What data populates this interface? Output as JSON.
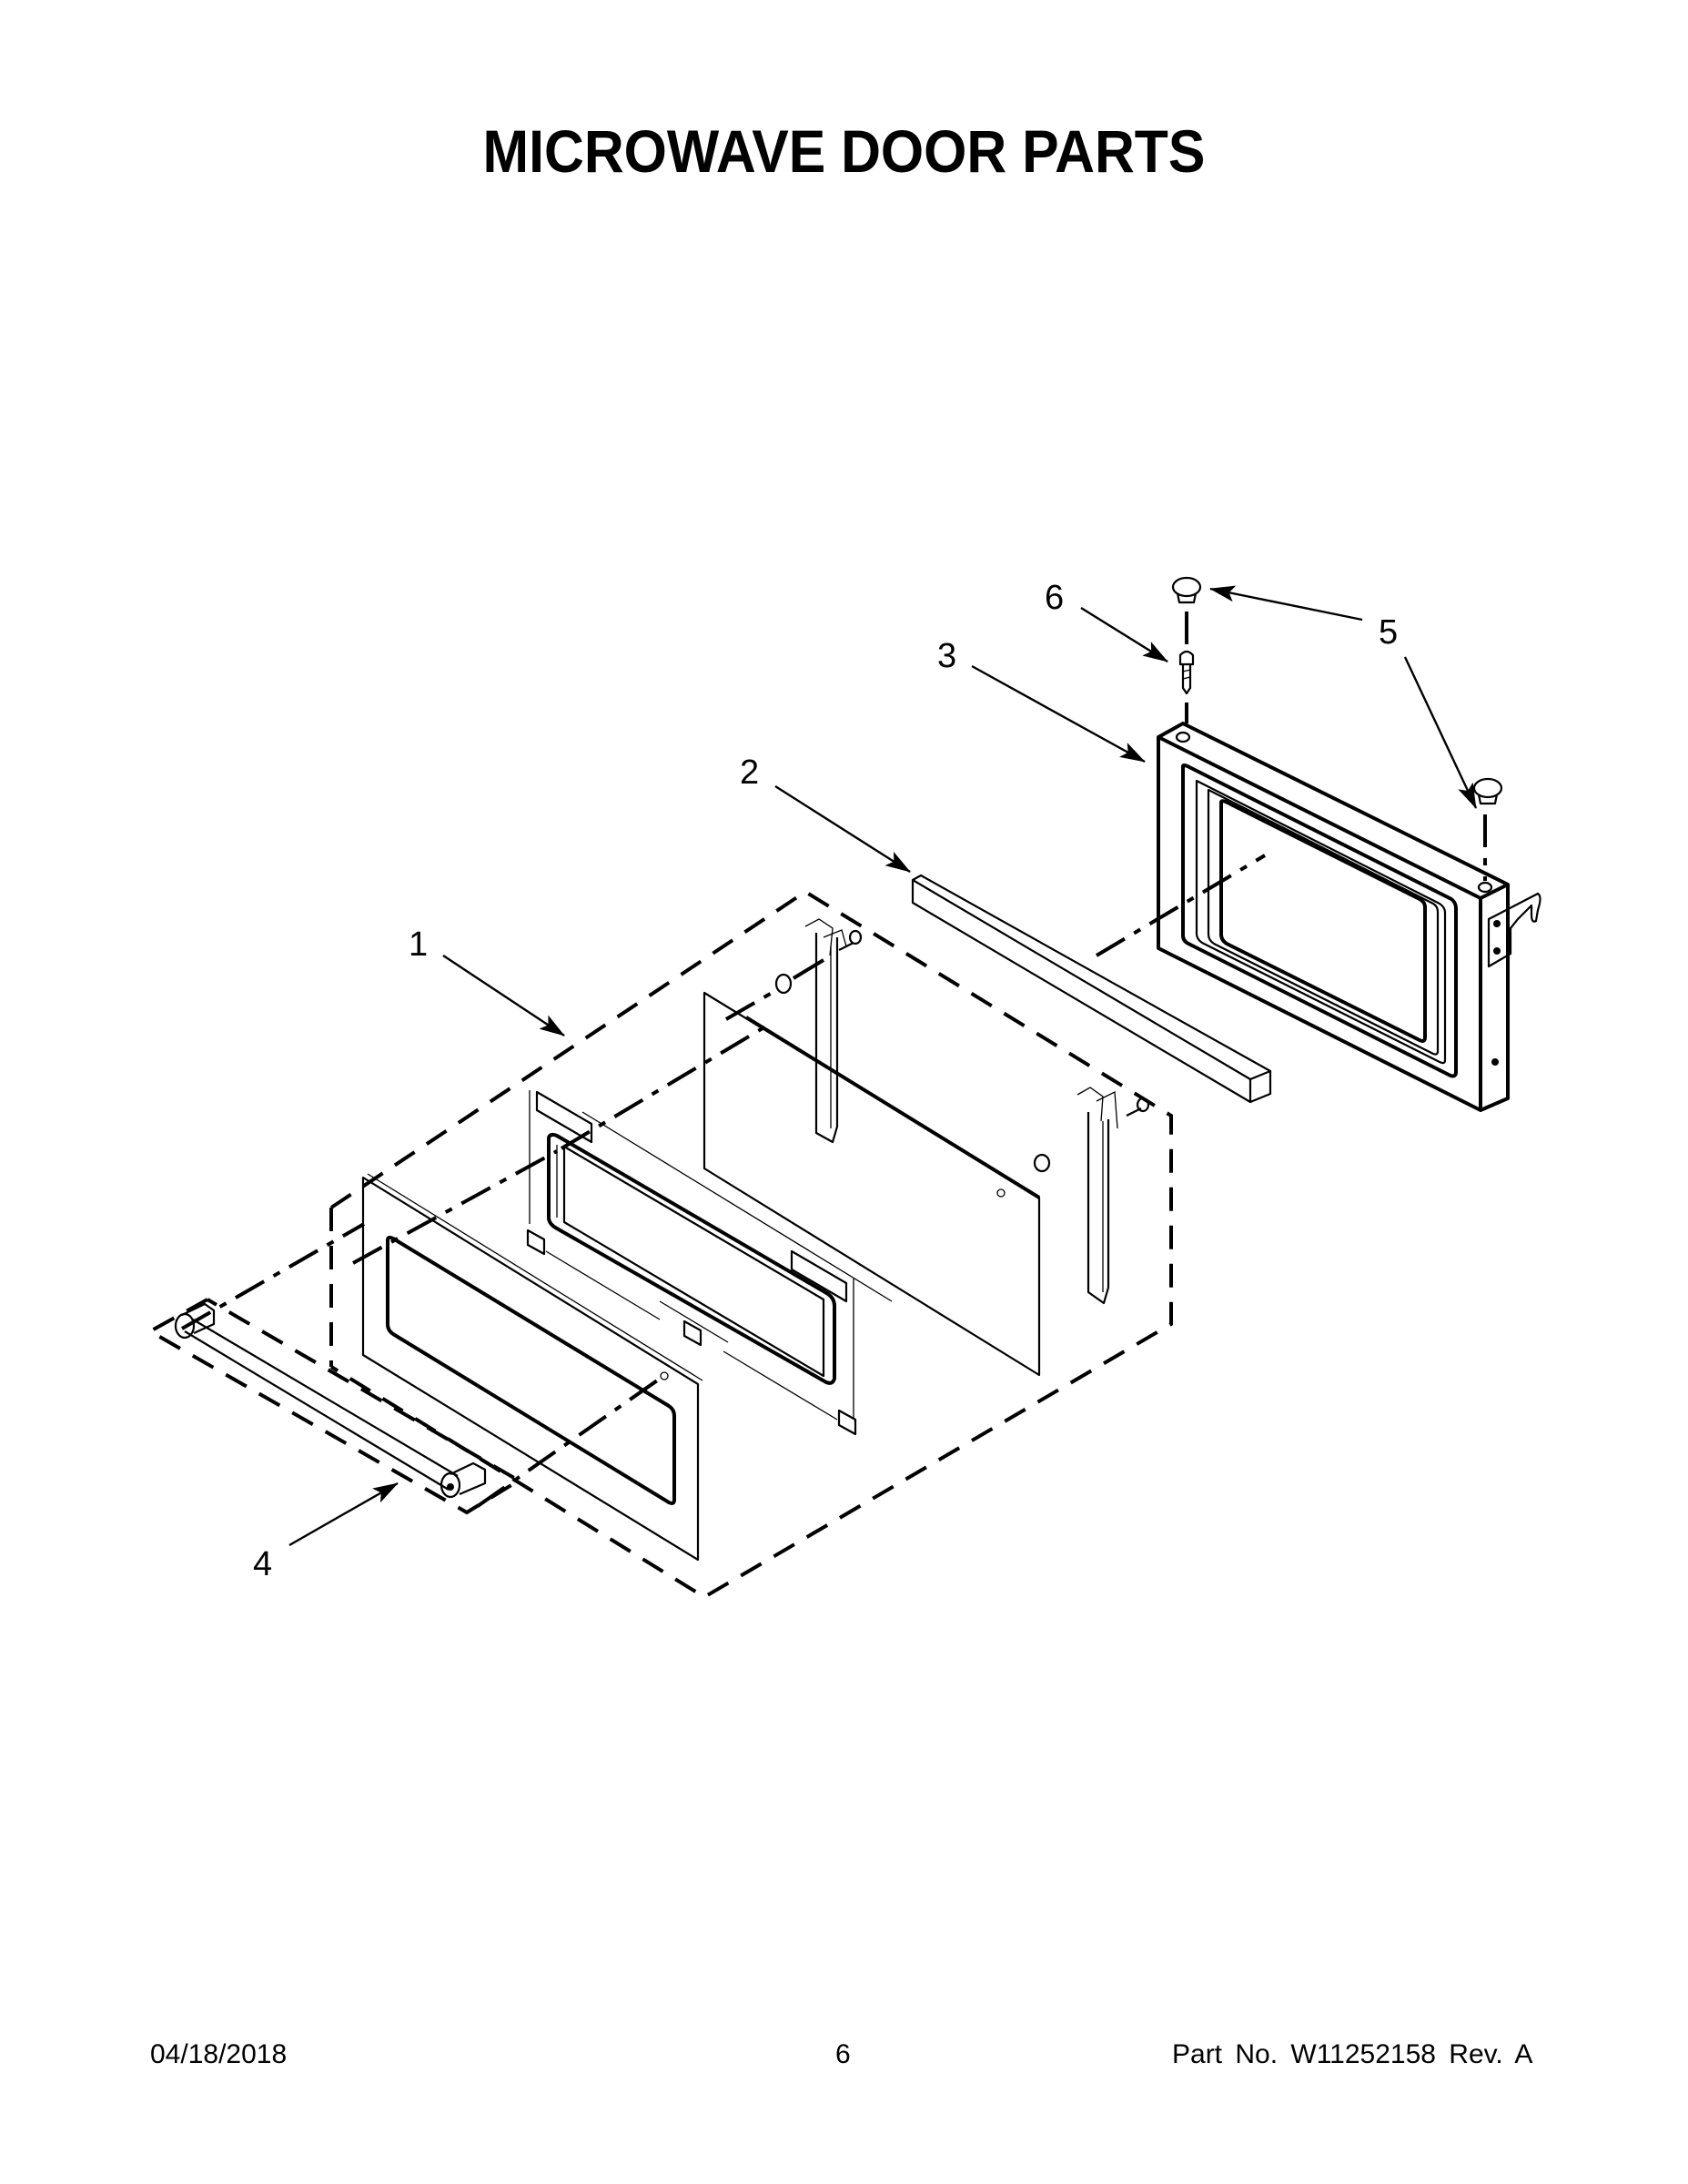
{
  "page": {
    "title": "MICROWAVE DOOR PARTS",
    "background": "#ffffff",
    "ink": "#000000"
  },
  "diagram": {
    "type": "exploded-parts-view",
    "callouts": [
      {
        "number": "1",
        "part": "door assembly (dashed group)"
      },
      {
        "number": "2",
        "part": "choke bar"
      },
      {
        "number": "3",
        "part": "inner door frame"
      },
      {
        "number": "4",
        "part": "door handle"
      },
      {
        "number": "5",
        "part": "hole plug cap"
      },
      {
        "number": "6",
        "part": "screw"
      }
    ]
  },
  "footer": {
    "date": "04/18/2018",
    "page_number": "6",
    "part_number": "Part No.  W11252158  Rev.  A"
  }
}
